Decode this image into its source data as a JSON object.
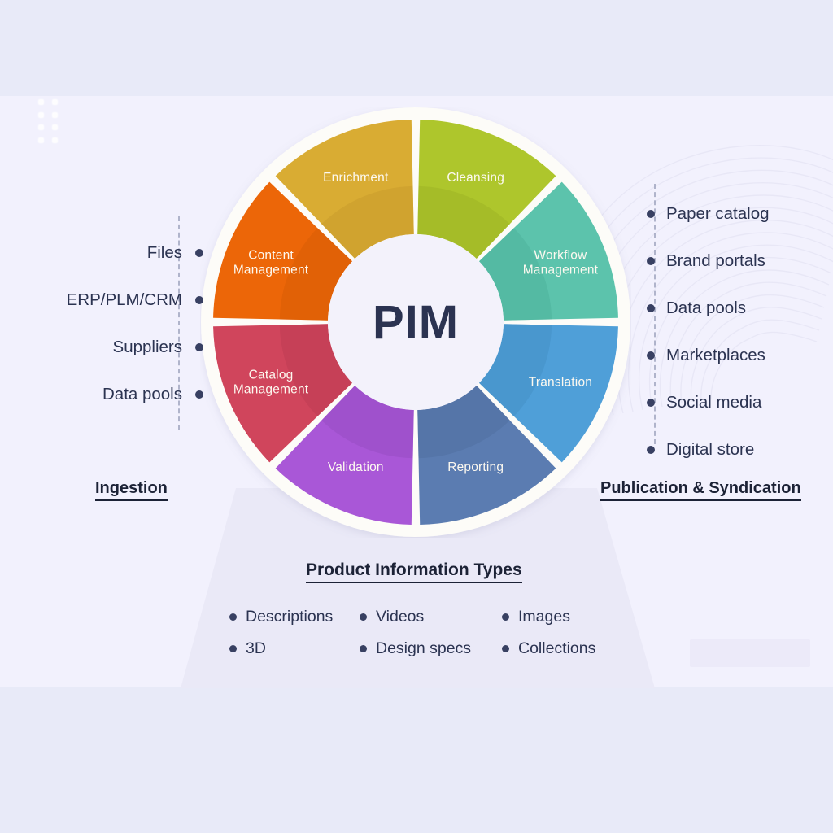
{
  "center": {
    "label": "PIM"
  },
  "colors": {
    "background": "#e8eaf8",
    "panel": "#f2f1fd",
    "text_dark": "#2b3351",
    "bullet": "#384062",
    "ring_gap": "#fdfbf7"
  },
  "wheel": {
    "segments": [
      {
        "id": "cleansing",
        "label": "Cleansing",
        "lines": [
          "Cleansing"
        ],
        "color": "#aec62c",
        "shade": "#9fb526"
      },
      {
        "id": "workflow",
        "label": "Workflow Management",
        "lines": [
          "Workflow",
          "Management"
        ],
        "color": "#5cc3ac",
        "shade": "#4fb39d"
      },
      {
        "id": "translation",
        "label": "Translation",
        "lines": [
          "Translation"
        ],
        "color": "#4f9fd8",
        "shade": "#458fc6"
      },
      {
        "id": "reporting",
        "label": "Reporting",
        "lines": [
          "Reporting"
        ],
        "color": "#5b7cb1",
        "shade": "#506fa1"
      },
      {
        "id": "validation",
        "label": "Validation",
        "lines": [
          "Validation"
        ],
        "color": "#a957d7",
        "shade": "#984cc3"
      },
      {
        "id": "catalog-management",
        "label": "Catalog Management",
        "lines": [
          "Catalog",
          "Management"
        ],
        "color": "#d0455c",
        "shade": "#bd3c53"
      },
      {
        "id": "content-management",
        "label": "Content Management",
        "lines": [
          "Content",
          "Management"
        ],
        "color": "#ec6608",
        "shade": "#d85c06"
      },
      {
        "id": "enrichment",
        "label": "Enrichment",
        "lines": [
          "Enrichment"
        ],
        "color": "#d9ac33",
        "shade": "#c99c2b"
      }
    ]
  },
  "ingestion": {
    "caption": "Ingestion",
    "items": [
      {
        "label": "Files"
      },
      {
        "label": "ERP/PLM/CRM"
      },
      {
        "label": "Suppliers"
      },
      {
        "label": "Data pools"
      }
    ]
  },
  "publication": {
    "caption": "Publication & Syndication",
    "items": [
      {
        "label": "Paper catalog"
      },
      {
        "label": "Brand portals"
      },
      {
        "label": "Data pools"
      },
      {
        "label": "Marketplaces"
      },
      {
        "label": "Social media"
      },
      {
        "label": "Digital store"
      }
    ]
  },
  "product_information_types": {
    "caption": "Product Information Types",
    "items": [
      {
        "label": "Descriptions"
      },
      {
        "label": "Videos"
      },
      {
        "label": "Images"
      },
      {
        "label": "3D"
      },
      {
        "label": "Design specs"
      },
      {
        "label": "Collections"
      }
    ]
  }
}
